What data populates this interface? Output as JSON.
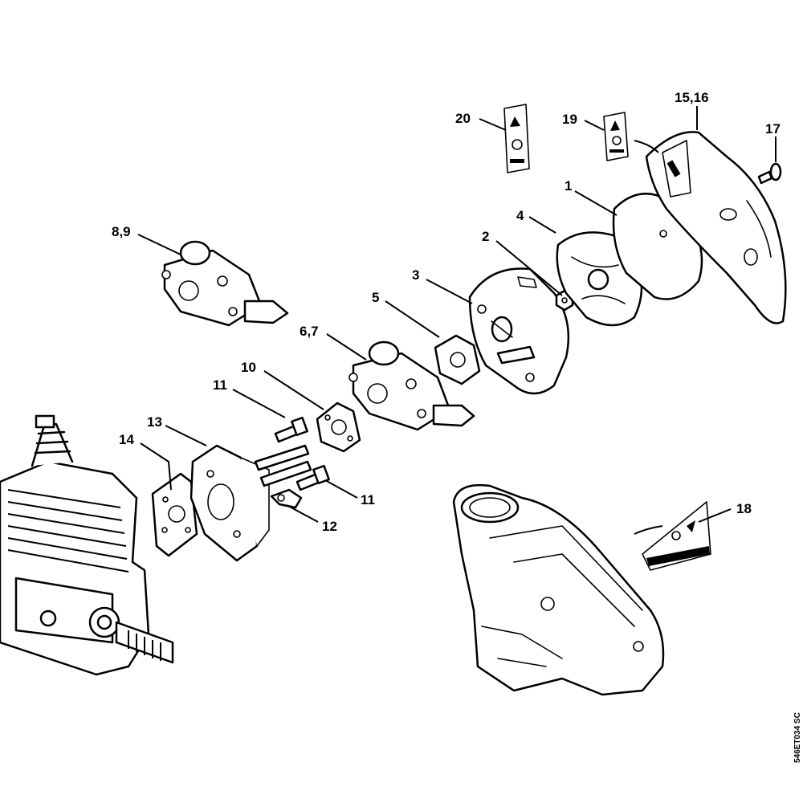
{
  "diagram_id": "546ET034 SC",
  "callouts": [
    {
      "id": "c1",
      "label": "1"
    },
    {
      "id": "c2",
      "label": "2"
    },
    {
      "id": "c3",
      "label": "3"
    },
    {
      "id": "c4",
      "label": "4"
    },
    {
      "id": "c5",
      "label": "5"
    },
    {
      "id": "c67",
      "label": "6,7"
    },
    {
      "id": "c89",
      "label": "8,9"
    },
    {
      "id": "c10",
      "label": "10"
    },
    {
      "id": "c11a",
      "label": "11"
    },
    {
      "id": "c11b",
      "label": "11"
    },
    {
      "id": "c12",
      "label": "12"
    },
    {
      "id": "c13",
      "label": "13"
    },
    {
      "id": "c14",
      "label": "14"
    },
    {
      "id": "c1516",
      "label": "15,16"
    },
    {
      "id": "c17",
      "label": "17"
    },
    {
      "id": "c18",
      "label": "18"
    },
    {
      "id": "c19",
      "label": "19"
    },
    {
      "id": "c20",
      "label": "20"
    }
  ]
}
